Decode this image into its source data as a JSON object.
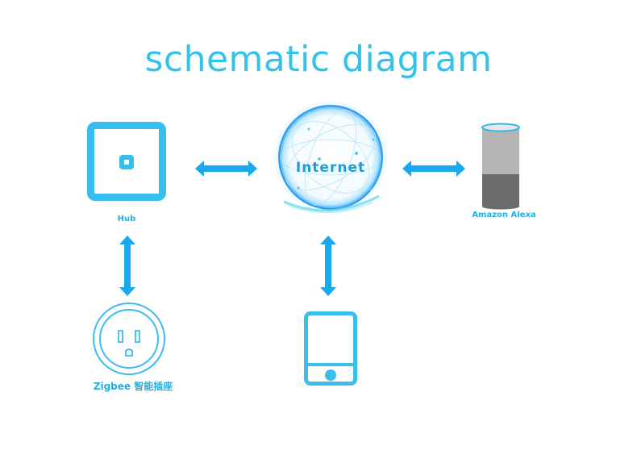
{
  "title": "schematic diagram",
  "colors": {
    "accent": "#33c3ea",
    "arrow": "#1aa9ee",
    "label": "#1fb0e6"
  },
  "nodes": {
    "hub": {
      "label": "Hub",
      "icon": "hub-icon"
    },
    "internet": {
      "label": "Internet",
      "icon": "globe-icon"
    },
    "alexa": {
      "label": "Amazon Alexa",
      "icon": "smart-speaker-icon"
    },
    "plug": {
      "label": "Zigbee 智能插座",
      "icon": "smart-plug-icon"
    },
    "tablet": {
      "label": "",
      "icon": "tablet-icon"
    }
  },
  "connections": [
    {
      "from": "hub",
      "to": "internet",
      "type": "bidirectional"
    },
    {
      "from": "internet",
      "to": "alexa",
      "type": "bidirectional"
    },
    {
      "from": "hub",
      "to": "plug",
      "type": "bidirectional"
    },
    {
      "from": "internet",
      "to": "tablet",
      "type": "bidirectional"
    }
  ]
}
